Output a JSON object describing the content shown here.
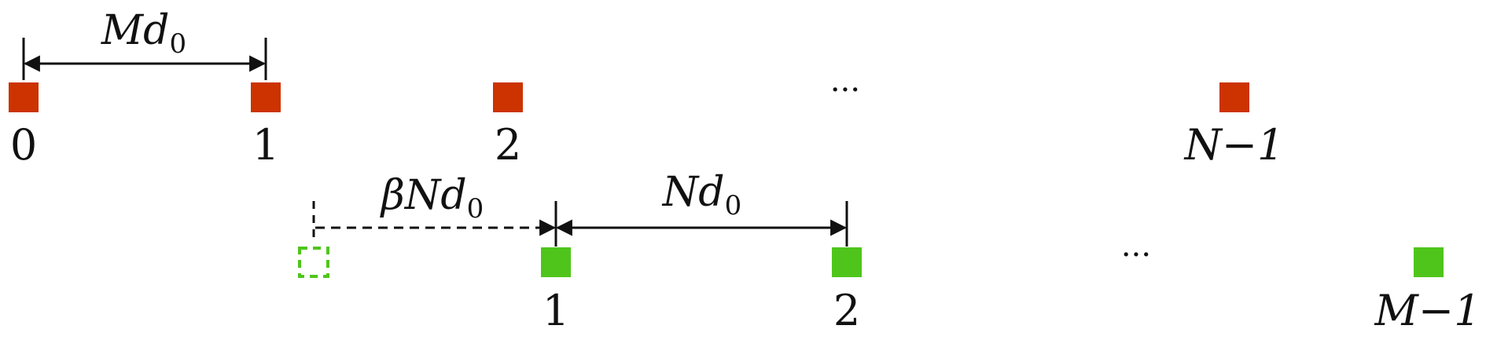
{
  "colors": {
    "top_array": "#CC3300",
    "bottom_array": "#4FC51B",
    "line": "#111111"
  },
  "top_array": {
    "labels": [
      "0",
      "1",
      "2",
      "N−1"
    ],
    "ellipsis": "···",
    "spacing_label": {
      "main": "Md",
      "sub": "0"
    }
  },
  "bottom_array": {
    "labels": [
      "1",
      "2",
      "M−1"
    ],
    "ellipsis": "···",
    "spacing_label": {
      "main": "Nd",
      "sub": "0"
    },
    "offset_label": {
      "main": "βNd",
      "sub": "0"
    }
  }
}
